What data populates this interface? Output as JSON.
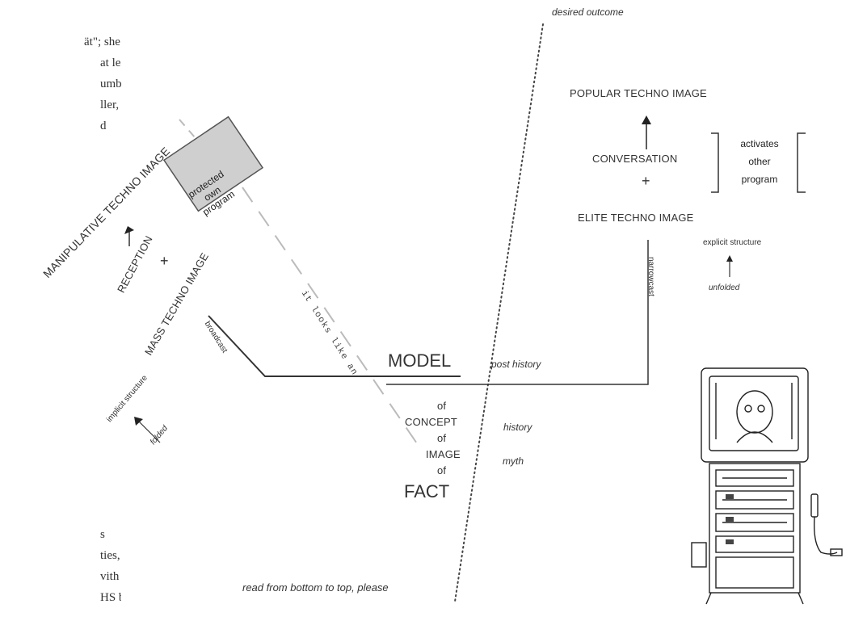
{
  "body_text": {
    "top_lines": [
      "ät\"; she had",
      "at least in",
      "umber",
      "ller,",
      "d"
    ],
    "bottom_lines": [
      "s",
      "ties,",
      "vith an",
      "HS below,"
    ]
  },
  "diagram": {
    "desired_outcome": "desired outcome",
    "read_instruction": "read from bottom to top, please",
    "popular": "POPULAR TECHNO IMAGE",
    "conversation": "CONVERSATION",
    "plus_right": "+",
    "elite": "ELITE TECHNO IMAGE",
    "activates": [
      "activates",
      "other",
      "program"
    ],
    "explicit": "explicit structure",
    "unfolded": "unfolded",
    "narrowcast": "narrowcast",
    "manipulative": "MANIPULATIVE TECHNO IMAGE",
    "reception": "RECEPTION",
    "plus_left": "+",
    "mass": "MASS TECHNO IMAGE",
    "protected": [
      "protected",
      "own",
      "program"
    ],
    "looks_like": "it looks like an",
    "broadcast": "broadcast",
    "implicit": "implicit structure",
    "folded": "folded",
    "model": "MODEL",
    "post_history": "post history",
    "of1": "of",
    "concept": "CONCEPT",
    "history": "history",
    "of2": "of",
    "image": "IMAGE",
    "myth": "myth",
    "of3": "of",
    "fact": "FACT"
  },
  "illustration": {
    "name": "television-tower"
  }
}
